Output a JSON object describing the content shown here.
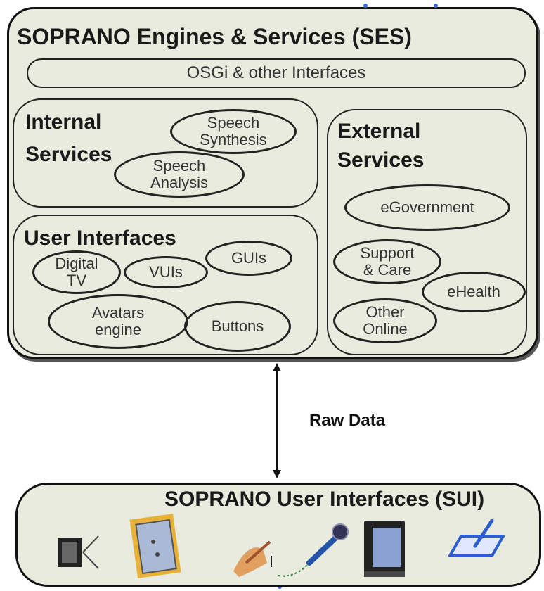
{
  "ses": {
    "title": "SOPRANO Engines & Services (SES)",
    "interface_bar": "OSGi & other Interfaces",
    "internal": {
      "title_line1": "Internal",
      "title_line2": "Services",
      "items": [
        "Speech\nSynthesis",
        "Speech\nAnalysis"
      ]
    },
    "user_interfaces": {
      "title": "User Interfaces",
      "items": [
        "Digital\nTV",
        "VUIs",
        "GUIs",
        "Avatars\nengine",
        "Buttons"
      ]
    },
    "external": {
      "title_line1": "External",
      "title_line2": "Services",
      "items": [
        "eGovernment",
        "Support\n& Care",
        "eHealth",
        "Other\nOnline"
      ]
    }
  },
  "connector": {
    "label": "Raw Data"
  },
  "sui": {
    "title": "SOPRANO User Interfaces (SUI)",
    "device_icons": [
      "tv-camera-icon",
      "photo-frame-icon",
      "pen-tablet-icon",
      "microphone-icon",
      "monitor-icon",
      "tablet-stylus-icon"
    ]
  },
  "colors": {
    "panel_bg": "#e9ebde",
    "outline": "#111111",
    "accent_dot": "#3b6fd8"
  }
}
